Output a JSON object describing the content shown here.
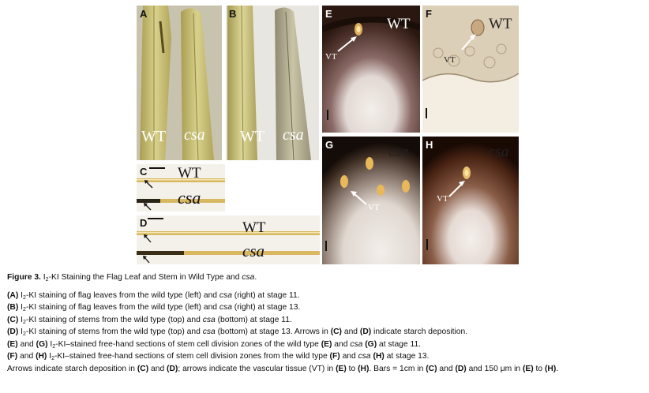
{
  "panels": {
    "A": {
      "label": "A",
      "wt": "WT",
      "mutant": "csa"
    },
    "B": {
      "label": "B",
      "wt": "WT",
      "mutant": "csa"
    },
    "C": {
      "label": "C",
      "wt": "WT",
      "mutant": "csa"
    },
    "D": {
      "label": "D",
      "wt": "WT",
      "mutant": "csa"
    },
    "E": {
      "label": "E",
      "genotype": "WT",
      "vt": "VT"
    },
    "F": {
      "label": "F",
      "genotype": "WT",
      "vt": "VT"
    },
    "G": {
      "label": "G",
      "genotype": "csa",
      "vt": "VT"
    },
    "H": {
      "label": "H",
      "genotype": "csa",
      "vt": "VT"
    }
  },
  "caption": {
    "fig_label": "Figure 3.",
    "title_pre": "I",
    "title_sub": "2",
    "title_post": "-KI Staining the Flag Leaf and Stem in Wild Type and ",
    "title_mut": "csa",
    "title_end": ".",
    "a": {
      "tag": "(A)",
      "pre": " I",
      "sub": "2",
      "text": "-KI staining of flag leaves from the wild type (left) and ",
      "mut": "csa",
      "end": " (right) at stage 11."
    },
    "b": {
      "tag": "(B)",
      "pre": " I",
      "sub": "2",
      "text": "-KI staining of flag leaves from the wild type (left) and ",
      "mut": "csa",
      "end": " (right) at stage 13."
    },
    "c": {
      "tag": "(C)",
      "pre": " I",
      "sub": "2",
      "text": "-KI staining of stems from the wild type (top) and ",
      "mut": "csa",
      "end": " (bottom) at stage 11."
    },
    "d": {
      "tag": "(D)",
      "pre": " I",
      "sub": "2",
      "text": "-KI staining of stems from the wild type (top) and ",
      "mut": "csa",
      "end": " (bottom) at stage 13. Arrows in ",
      "ref1": "(C)",
      "mid": " and ",
      "ref2": "(D)",
      "tail": " indicate starch deposition."
    },
    "eg": {
      "tag1": "(E)",
      "and": " and ",
      "tag2": "(G)",
      "pre": " I",
      "sub": "2",
      "text": "-KI–stained free-hand sections of stem cell division zones of the wild type ",
      "ref1": "(E)",
      "mid": " and ",
      "mut": "csa",
      "sp": " ",
      "ref2": "(G)",
      "end": " at stage 11."
    },
    "fh": {
      "tag1": "(F)",
      "and": " and ",
      "tag2": "(H)",
      "pre": " I",
      "sub": "2",
      "text": "-KI–stained free-hand sections of stem cell division zones from the wild type ",
      "ref1": "(F)",
      "mid": " and ",
      "mut": "csa",
      "sp": " ",
      "ref2": "(H)",
      "end": " at stage 13."
    },
    "last": {
      "t1": "Arrows indicate starch deposition in ",
      "r1": "(C)",
      "t2": " and ",
      "r2": "(D)",
      "t3": "; arrows indicate the vascular tissue (VT) in ",
      "r3": "(E)",
      "t4": " to ",
      "r4": "(H)",
      "t5": ". Bars = 1cm in ",
      "r5": "(C)",
      "t6": " and ",
      "r6": "(D)",
      "t7": " and 150 ",
      "mu": "μ",
      "t8": "m in ",
      "r7": "(E)",
      "t9": " to ",
      "r8": "(H)",
      "t10": "."
    }
  }
}
